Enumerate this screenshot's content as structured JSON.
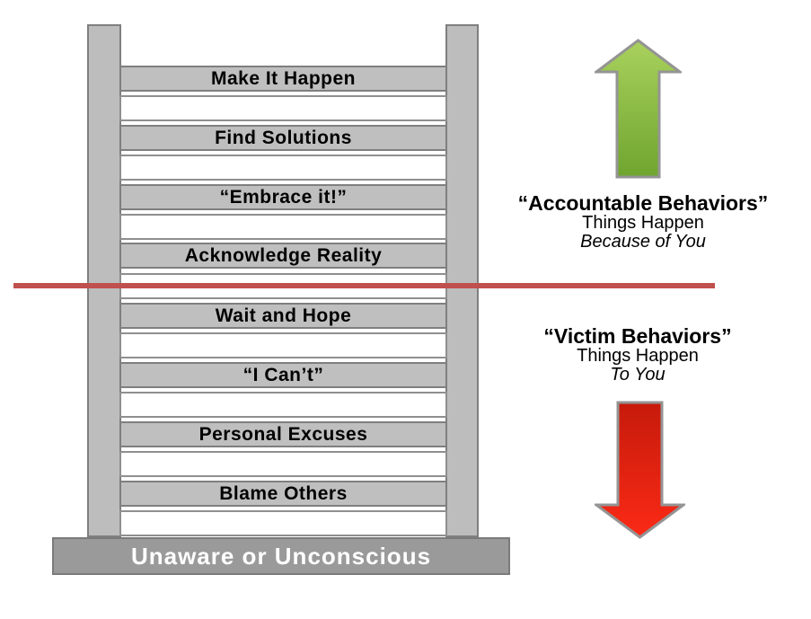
{
  "ladder": {
    "rungs": [
      "Make It Happen",
      "Find Solutions",
      "“Embrace it!”",
      "Acknowledge Reality",
      "Wait and Hope",
      "“I Can’t”",
      "Personal Excuses",
      "Blame Others"
    ],
    "base_label": "Unaware or Unconscious"
  },
  "right_panel": {
    "accountable": {
      "heading": "“Accountable Behaviors”",
      "line1": "Things Happen",
      "line2": "Because of You"
    },
    "victim": {
      "heading": "“Victim Behaviors”",
      "line1": "Things Happen",
      "line2": "To You"
    }
  },
  "icons": {
    "accountable_arrow": "up-arrow",
    "victim_arrow": "down-arrow"
  },
  "colors": {
    "rung_fill": "#bfbfbf",
    "rung_border": "#7f7f7f",
    "empty_rung_fill": "#ffffff",
    "rail_fill": "#bdbdbd",
    "base_fill": "#9a9a9a",
    "base_text": "#ffffff",
    "divider_red": "#c0504d",
    "green_light": "#a9d15d",
    "green_dark": "#6fa52f",
    "red_light": "#fb2a16",
    "red_dark": "#c61a0b",
    "arrow_border": "#949494",
    "label_color": "#000000"
  }
}
